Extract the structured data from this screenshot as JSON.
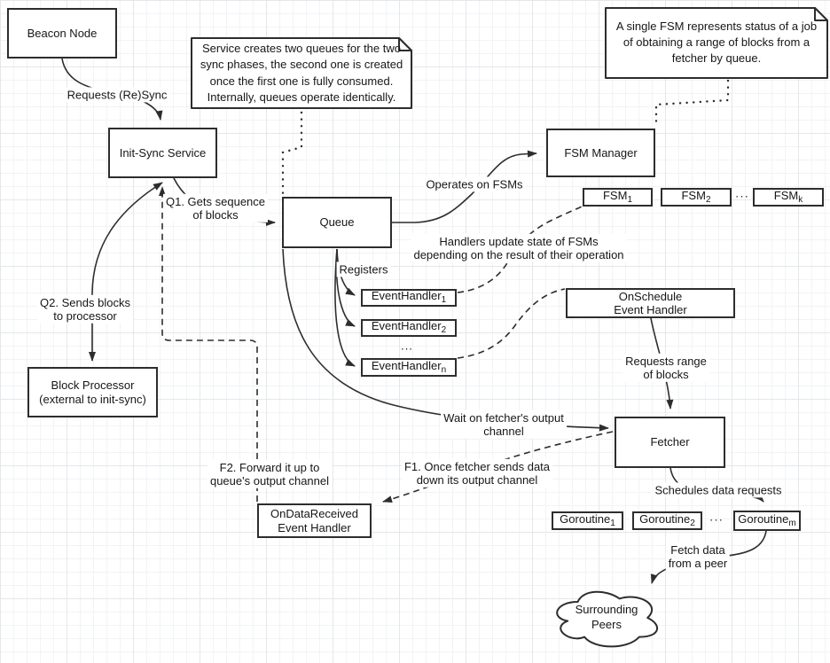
{
  "diagram": {
    "nodes": {
      "beacon_node": {
        "label": "Beacon Node"
      },
      "init_sync_service": {
        "label": "Init-Sync Service"
      },
      "queue": {
        "label": "Queue"
      },
      "fsm_manager": {
        "label": "FSM Manager"
      },
      "block_processor": {
        "lines": [
          "Block Processor",
          "(external to init-sync)"
        ]
      },
      "onschedule_handler": {
        "lines": [
          "OnSchedule",
          "Event Handler"
        ]
      },
      "fetcher": {
        "label": "Fetcher"
      },
      "ondatareceived_handler": {
        "lines": [
          "OnDataReceived",
          "Event Handler"
        ]
      },
      "surrounding_peers": {
        "lines": [
          "Surrounding",
          "Peers"
        ]
      }
    },
    "fsm_row": {
      "items": [
        {
          "base": "FSM",
          "sub": "1"
        },
        {
          "base": "FSM",
          "sub": "2"
        },
        {
          "base": "FSM",
          "sub": "k"
        }
      ],
      "ellipsis": "···"
    },
    "event_handlers": {
      "items": [
        {
          "base": "EventHandler",
          "sub": "1"
        },
        {
          "base": "EventHandler",
          "sub": "2"
        },
        {
          "base": "EventHandler",
          "sub": "n"
        }
      ],
      "ellipsis": "..."
    },
    "goroutines": {
      "items": [
        {
          "base": "Goroutine",
          "sub": "1"
        },
        {
          "base": "Goroutine",
          "sub": "2"
        },
        {
          "base": "Goroutine",
          "sub": "m"
        }
      ],
      "ellipsis": "···"
    },
    "notes": {
      "queues_note": {
        "lines": [
          "Service creates two queues for the two",
          "sync phases, the second one is created",
          "once the first one is fully consumed.",
          "Internally, queues operate identically."
        ]
      },
      "fsm_note": {
        "lines": [
          "A single FSM represents status of a job",
          "of obtaining a range of blocks from a",
          "fetcher by queue."
        ]
      }
    },
    "edge_labels": {
      "requests_resync": {
        "lines": [
          "Requests (Re)Sync"
        ]
      },
      "q1": {
        "lines": [
          "Q1. Gets sequence",
          "of blocks"
        ]
      },
      "q2": {
        "lines": [
          "Q2. Sends blocks",
          "to processor"
        ]
      },
      "operates_on_fsms": {
        "lines": [
          "Operates on FSMs"
        ]
      },
      "registers": {
        "lines": [
          "Registers"
        ]
      },
      "handlers_update": {
        "lines": [
          "Handlers update state of FSMs",
          "depending on the result of their operation"
        ]
      },
      "requests_range": {
        "lines": [
          "Requests range",
          "of blocks"
        ]
      },
      "wait_on_fetcher": {
        "lines": [
          "Wait on fetcher's output",
          "channel"
        ]
      },
      "f1": {
        "lines": [
          "F1. Once fetcher sends data",
          "down its output channel"
        ]
      },
      "f2": {
        "lines": [
          "F2. Forward it up to",
          "queue's output channel"
        ]
      },
      "schedules": {
        "lines": [
          "Schedules data requests"
        ]
      },
      "fetch_data": {
        "lines": [
          "Fetch data",
          "from a peer"
        ]
      }
    },
    "colors": {
      "stroke": "#2d2d2d",
      "background": "#ffffff",
      "grid_minor": "#f1f3f5",
      "grid_major": "#e4e7ea"
    }
  }
}
